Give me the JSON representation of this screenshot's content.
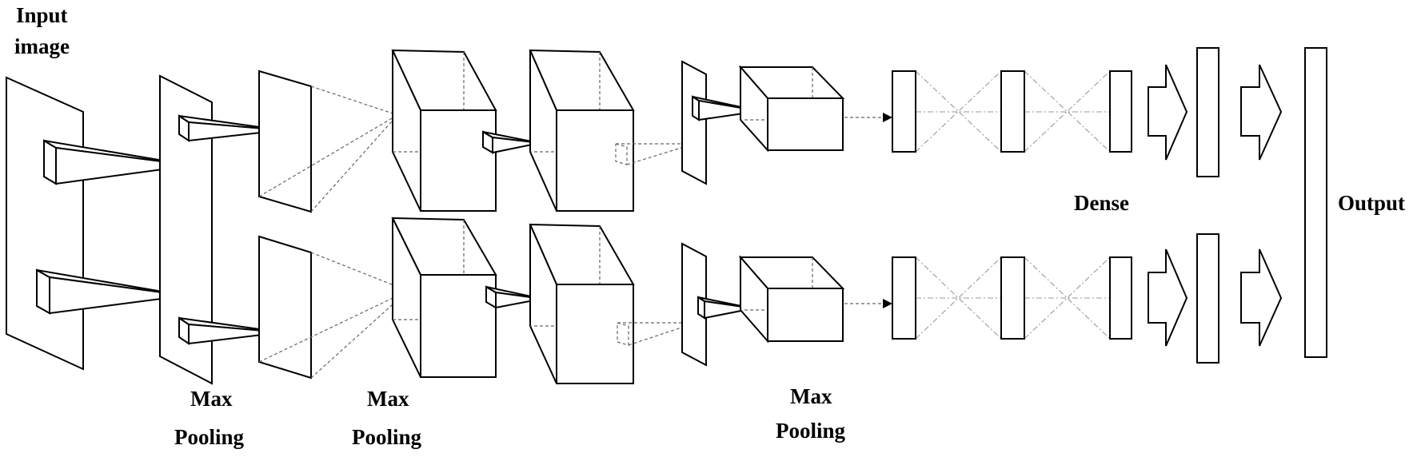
{
  "labels": {
    "input_line1": "Input",
    "input_line2": "image",
    "pool1_line1": "Max",
    "pool1_line2": "Pooling",
    "pool2_line1": "Max",
    "pool2_line2": "Pooling",
    "pool3_line1": "Max",
    "pool3_line2": "Pooling",
    "dense": "Dense",
    "output": "Output"
  },
  "colors": {
    "stroke": "#000000",
    "dashed": "#666666",
    "connections": "#9a9a9a"
  }
}
